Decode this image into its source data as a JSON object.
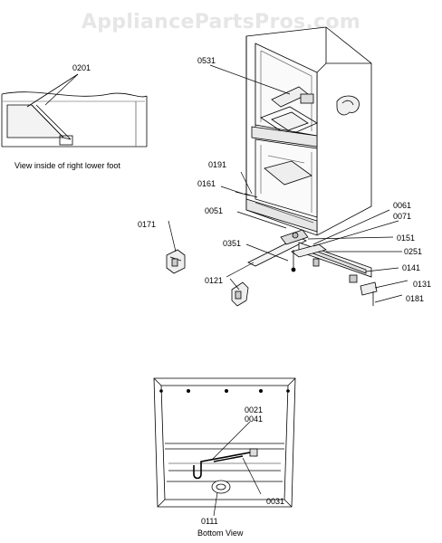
{
  "watermark": "AppliancePartsPros.com",
  "callouts": {
    "c0201": "0201",
    "c0531": "0531",
    "c0191": "0191",
    "c0161": "0161",
    "c0061": "0061",
    "c0071": "0071",
    "c0051": "0051",
    "c0171": "0171",
    "c0151": "0151",
    "c0351": "0351",
    "c0251": "0251",
    "c0141": "0141",
    "c0121": "0121",
    "c0131": "0131",
    "c0181": "0181",
    "c0021": "0021",
    "c0041": "0041",
    "c0031": "0031",
    "c0111": "0111"
  },
  "captions": {
    "inset": "View inside of right lower foot",
    "bottom": "Bottom View"
  }
}
